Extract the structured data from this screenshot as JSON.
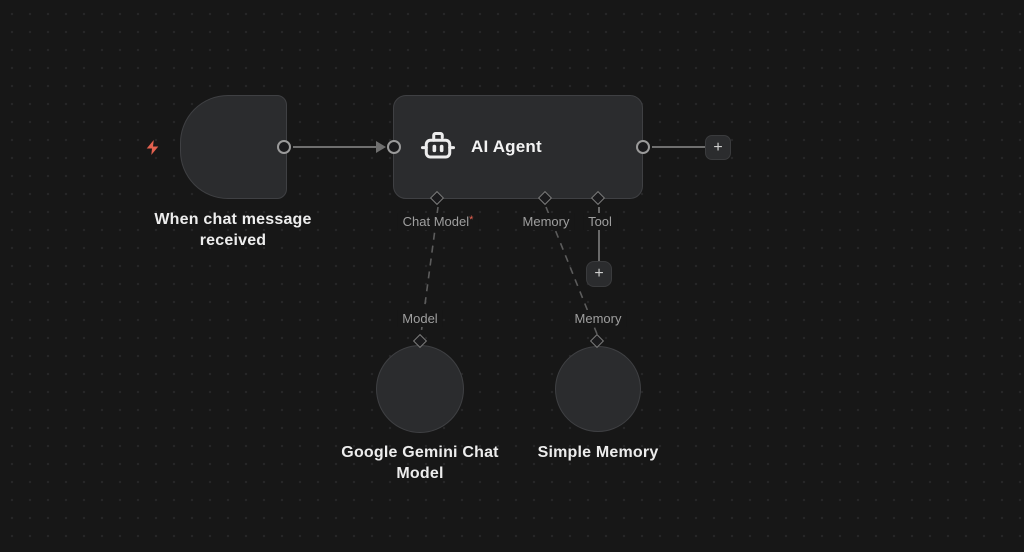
{
  "workflow": {
    "trigger": {
      "caption_line1": "When chat message",
      "caption_line2": "received",
      "icon": "chat-messages-icon",
      "badge_icon": "zap-icon"
    },
    "agent": {
      "title": "AI Agent",
      "icon": "bot-icon",
      "ports": [
        {
          "label": "Chat Model",
          "required_marker": "*"
        },
        {
          "label": "Memory"
        },
        {
          "label": "Tool"
        }
      ]
    },
    "connections": {
      "model_port_label": "Model",
      "memory_port_label": "Memory"
    },
    "subnodes": {
      "gemini": {
        "caption_line1": "Google Gemini Chat",
        "caption_line2": "Model",
        "icon": "google-icon"
      },
      "memory": {
        "caption": "Simple Memory",
        "icon": "database-icon"
      }
    },
    "buttons": {
      "add_main": "+",
      "add_tool": "+"
    }
  },
  "colors": {
    "canvas_bg": "#171717",
    "grid_dot": "#262627",
    "node_bg": "#2b2c2e",
    "node_border": "#3f4043",
    "title_text": "#f3f3f3",
    "port_label_text": "#9f9f9f",
    "required_asterisk": "#e4604f",
    "trigger_bolt": "#e2614f",
    "connector_stroke": "#9a9a9a",
    "link_line": "#6f6f6f",
    "dashed_line": "#5c5c5c",
    "google_blue": "#4285F4",
    "google_green": "#34A853",
    "google_yellow": "#FBBC05",
    "google_red": "#EA4335"
  }
}
